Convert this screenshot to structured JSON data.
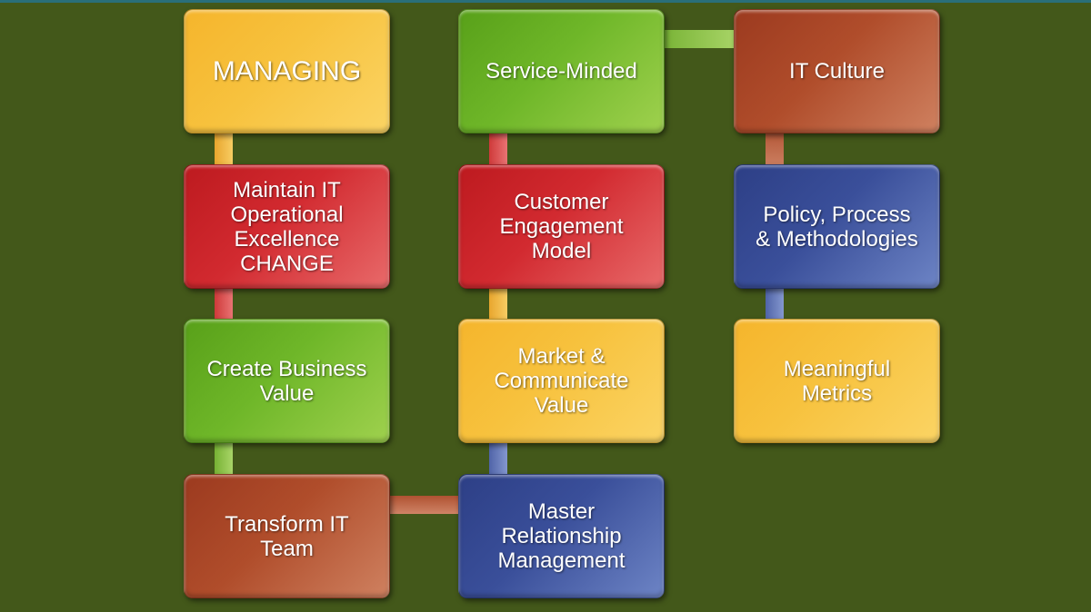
{
  "boxes": {
    "managing": "MANAGING",
    "maintain": "Maintain IT\nOperational\nExcellence\nCHANGE",
    "create_value": "Create Business\nValue",
    "transform": "Transform IT\nTeam",
    "service_minded": "Service-Minded",
    "customer_engagement": "Customer\nEngagement\nModel",
    "market_value": "Market &\nCommunicate\nValue",
    "master_relationship": "Master\nRelationship\nManagement",
    "it_culture": "IT Culture",
    "policy": "Policy, Process\n& Methodologies",
    "metrics": "Meaningful\nMetrics"
  },
  "colors": {
    "background": "#43581a",
    "orange": "#f7c23e",
    "green": "#6fb729",
    "red": "#d22a30",
    "brown": "#b04d2b",
    "blue": "#3a4f9a"
  }
}
